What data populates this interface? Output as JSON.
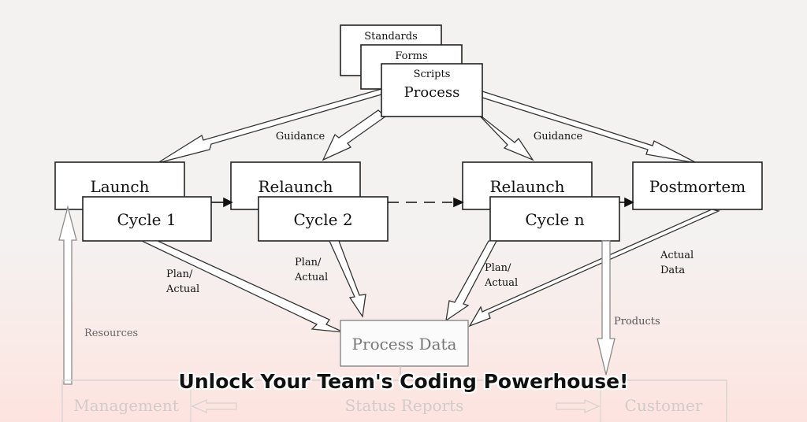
{
  "diagram": {
    "stack": {
      "standards": "Standards",
      "forms": "Forms",
      "scripts": "Scripts",
      "process": "Process"
    },
    "phases": {
      "launch": "Launch",
      "relaunch_1": "Relaunch",
      "relaunch_2": "Relaunch",
      "postmortem": "Postmortem"
    },
    "cycles": {
      "cycle_1": "Cycle 1",
      "cycle_2": "Cycle 2",
      "cycle_n": "Cycle n"
    },
    "flows": {
      "guidance_left": "Guidance",
      "guidance_right": "Guidance",
      "plan_actual_1": [
        "Plan/",
        "Actual"
      ],
      "plan_actual_2": [
        "Plan/",
        "Actual"
      ],
      "plan_actual_3": [
        "Plan/",
        "Actual"
      ],
      "actual_data": [
        "Actual",
        "Data"
      ],
      "products": "Products",
      "resources": "Resources"
    },
    "bottom": {
      "process_data": "Process Data",
      "management": "Management",
      "status_reports": "Status Reports",
      "customer": "Customer"
    }
  },
  "banner": {
    "text": "Unlock Your Team's Coding Powerhouse!"
  }
}
